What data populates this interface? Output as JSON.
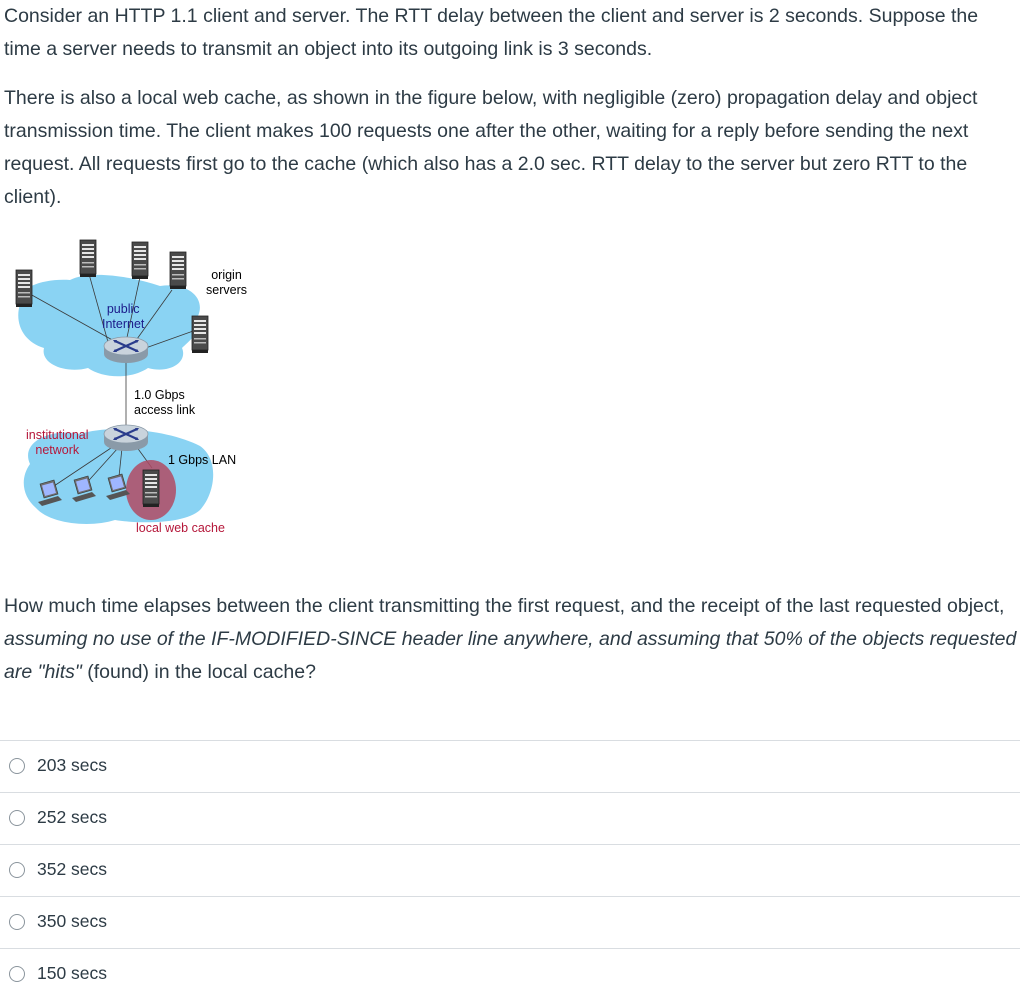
{
  "question": {
    "intro": "Consider an HTTP 1.1 client and server. The RTT delay between the client and server is 2 seconds. Suppose the time a server needs to transmit an object into its outgoing link is 3 seconds.",
    "setup": "There is also a local web cache, as shown in the figure below, with negligible (zero) propagation delay and object transmission time. The client makes 100 requests one after the other, waiting for a reply before sending the next request.  All requests first go to the cache (which also has a 2.0 sec. RTT delay to the server but zero RTT to the client).",
    "prompt_start": "How much time elapses between the client transmitting the first request, and the receipt of the last requested object, ",
    "prompt_italic": "assuming no use of the IF-MODIFIED-SINCE header line anywhere, and assuming that 50% of the objects requested are \"hits\"",
    "prompt_end": " (found) in the local cache?"
  },
  "figure": {
    "origin_servers": "origin\nservers",
    "public_internet": "public\nInternet",
    "access_link": "1.0 Gbps\naccess link",
    "institutional_network": "institutional\nnetwork",
    "lan": "1 Gbps LAN",
    "local_web_cache": "local web cache",
    "colors": {
      "cloud": "#8ad3f3",
      "cache_highlight": "#b04a63",
      "red_label": "#b5173a",
      "blue_label": "#1b1b8a"
    }
  },
  "answers": [
    {
      "label": "203 secs"
    },
    {
      "label": "252 secs"
    },
    {
      "label": "352 secs"
    },
    {
      "label": "350 secs"
    },
    {
      "label": "150 secs"
    }
  ]
}
